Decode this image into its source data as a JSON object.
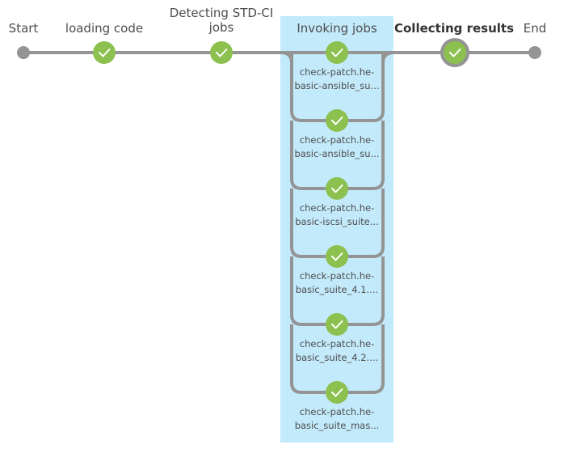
{
  "pipeline": {
    "colors": {
      "success": "#8cc04f",
      "line": "#949494",
      "highlight": "#c3eafb",
      "check": "#ffffff"
    },
    "stages": [
      {
        "label": "Start",
        "type": "terminal",
        "status": "none"
      },
      {
        "label": "loading code",
        "type": "stage",
        "status": "success"
      },
      {
        "label": "Detecting STD-CI\njobs",
        "label_lines": [
          "Detecting STD-CI",
          "jobs"
        ],
        "type": "stage",
        "status": "success"
      },
      {
        "label": "Invoking jobs",
        "type": "parallel",
        "status": "success",
        "highlighted": true
      },
      {
        "label": "Collecting results",
        "type": "stage",
        "status": "success",
        "selected": true
      },
      {
        "label": "End",
        "type": "terminal",
        "status": "none"
      }
    ],
    "branches": [
      {
        "lines": [
          "check-patch.he-",
          "basic-ansible_su..."
        ],
        "status": "success"
      },
      {
        "lines": [
          "check-patch.he-",
          "basic-ansible_su..."
        ],
        "status": "success"
      },
      {
        "lines": [
          "check-patch.he-",
          "basic-iscsi_suite..."
        ],
        "status": "success"
      },
      {
        "lines": [
          "check-patch.he-",
          "basic_suite_4.1...."
        ],
        "status": "success"
      },
      {
        "lines": [
          "check-patch.he-",
          "basic_suite_4.2...."
        ],
        "status": "success"
      },
      {
        "lines": [
          "check-patch.he-",
          "basic_suite_mas..."
        ],
        "status": "success"
      }
    ]
  }
}
